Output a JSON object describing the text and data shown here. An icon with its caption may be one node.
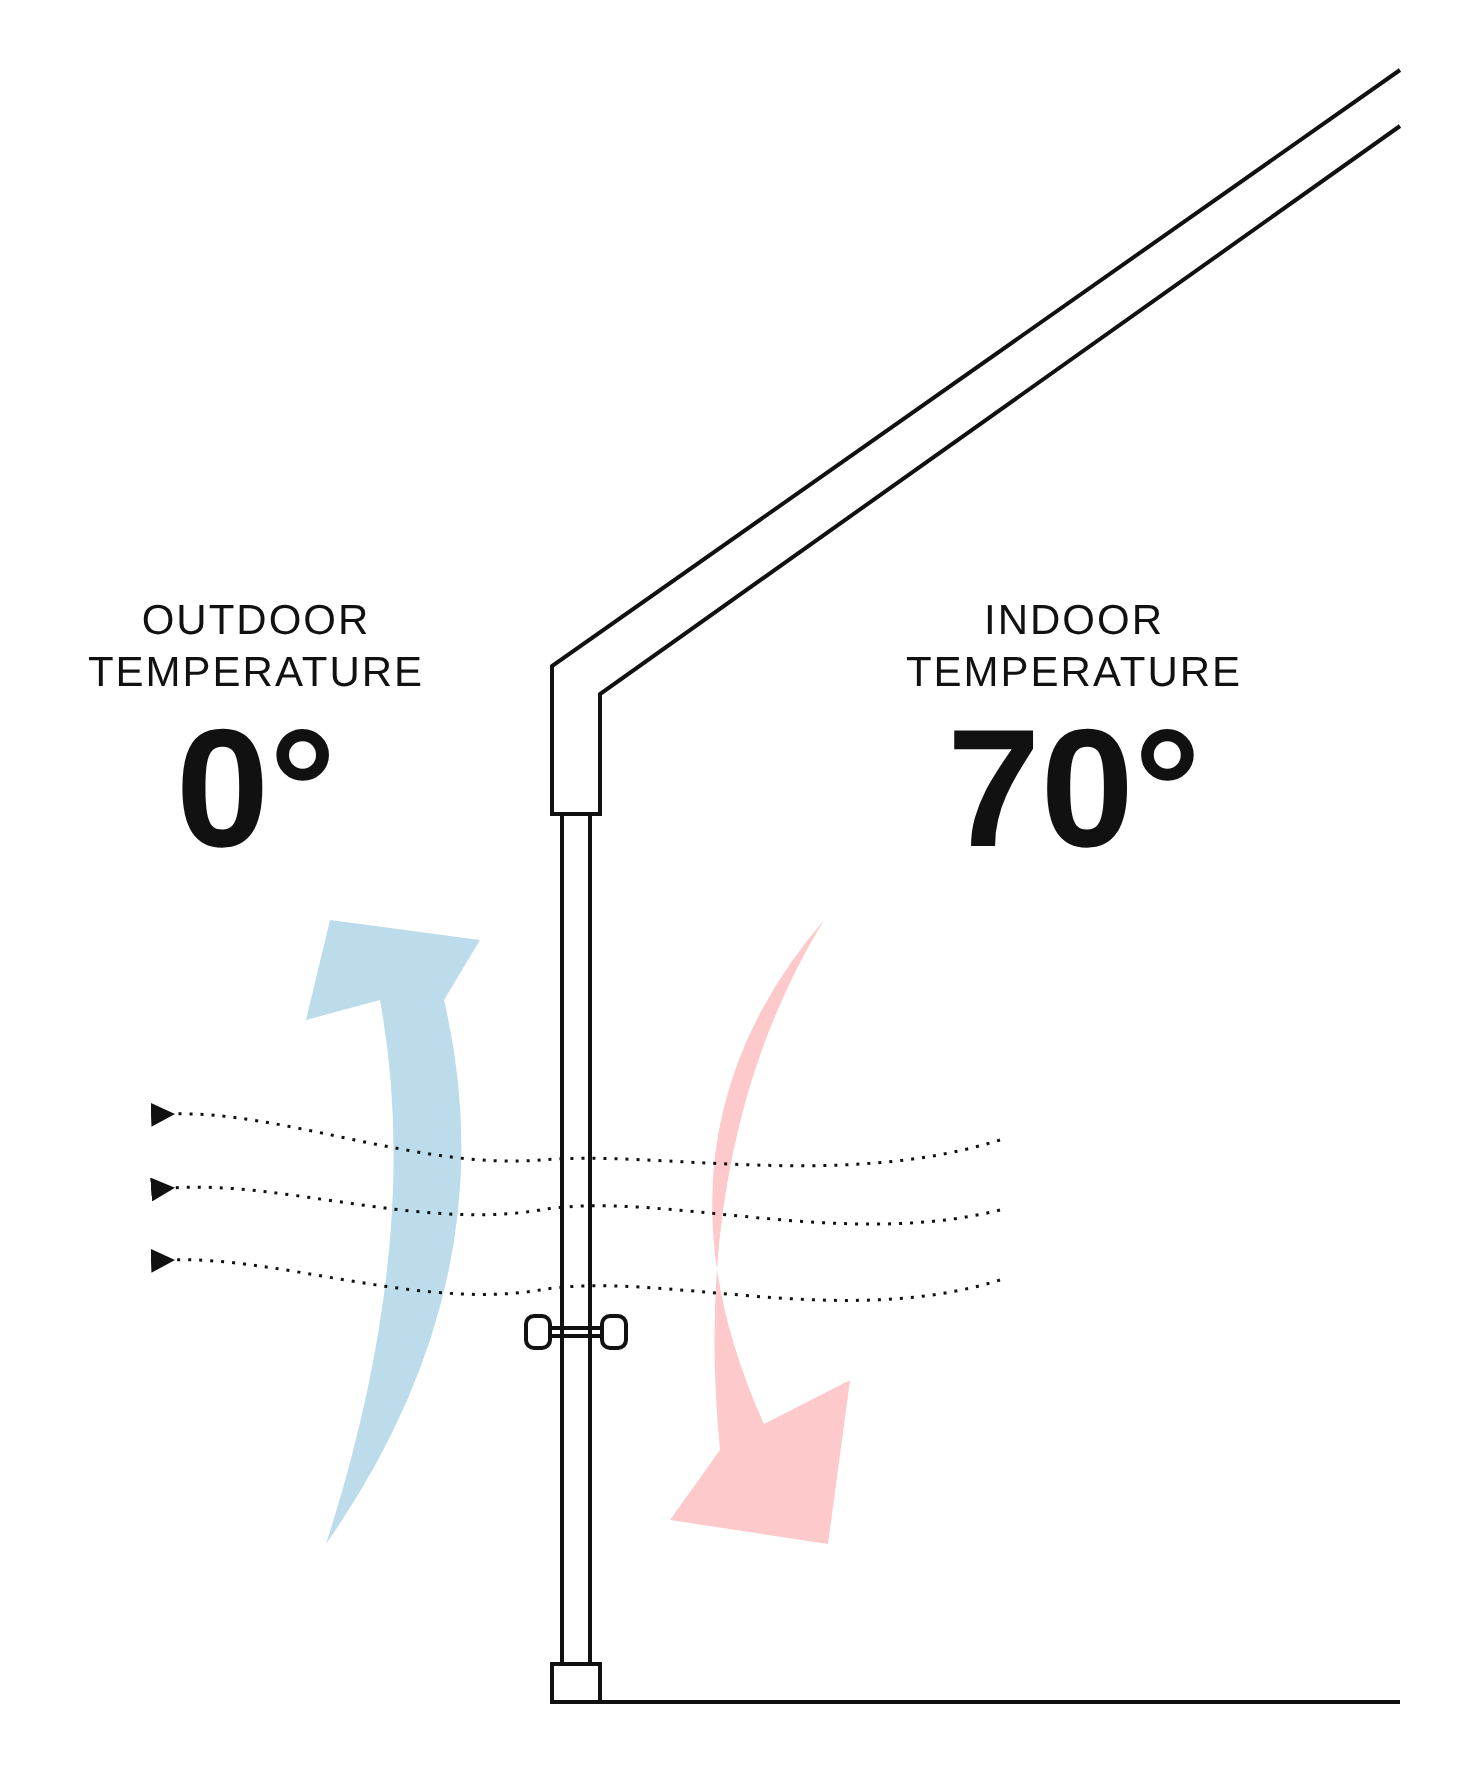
{
  "diagram": {
    "labels": [
      "OUTDOOR TEMPERATURE",
      "0°",
      "INDOOR TEMPERATURE",
      "70°"
    ]
  }
}
